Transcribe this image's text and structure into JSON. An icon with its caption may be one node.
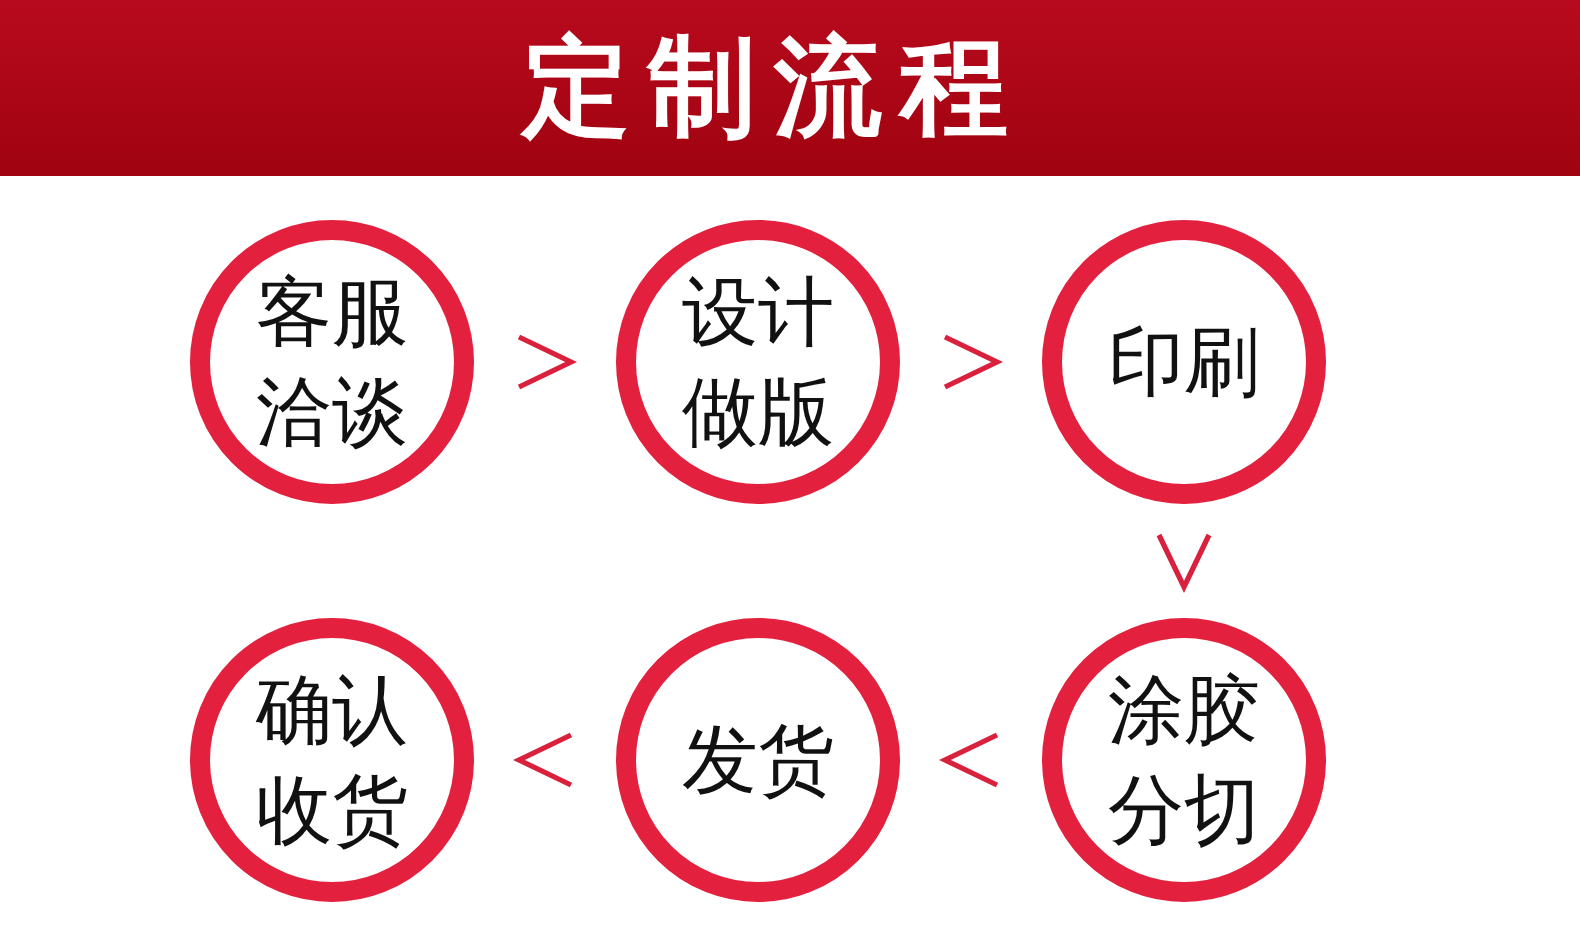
{
  "diagram": {
    "title": "定制流程",
    "nodes": [
      {
        "text": [
          "客服洽谈"
        ]
      },
      {
        "text": [
          "设计做版"
        ]
      },
      {
        "text": [
          "印刷"
        ]
      },
      {
        "text": [
          "确认收货"
        ]
      },
      {
        "text": [
          "发货"
        ]
      },
      {
        "text": [
          "涂胶分切"
        ]
      }
    ],
    "edges": [
      {
        "from": 0,
        "to": 1,
        "arrow": "to"
      },
      {
        "from": 1,
        "to": 2,
        "arrow": "to"
      },
      {
        "from": 2,
        "to": 5,
        "arrow": "to"
      },
      {
        "from": 5,
        "to": 4,
        "arrow": "to"
      },
      {
        "from": 4,
        "to": 3,
        "arrow": "to"
      }
    ]
  }
}
